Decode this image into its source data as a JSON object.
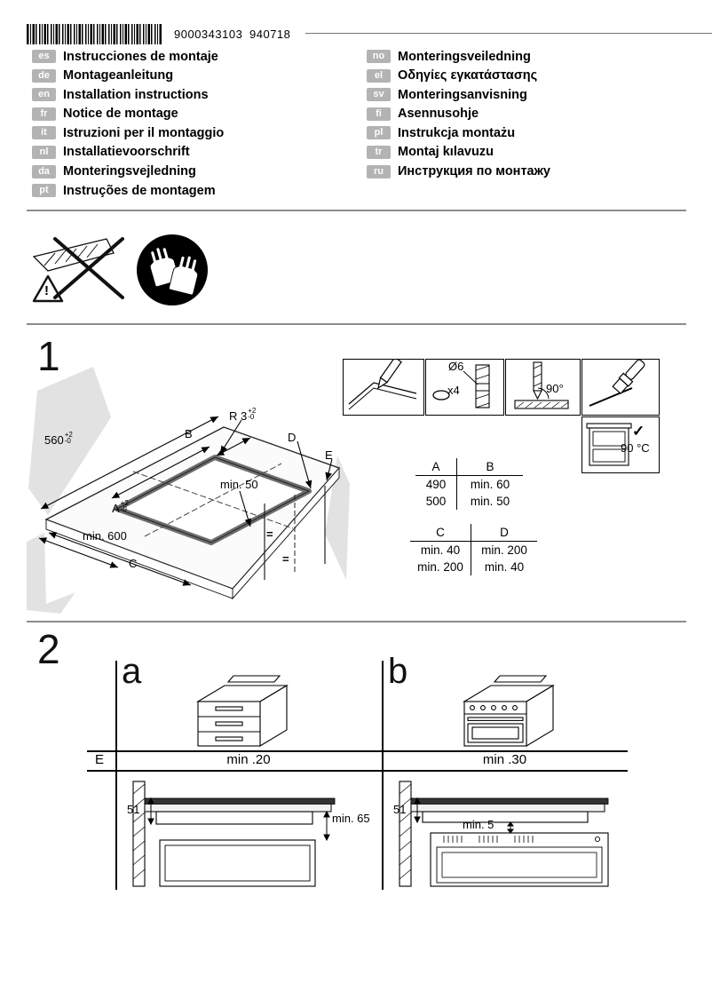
{
  "header": {
    "barcode_number": "9000343103",
    "date_code": "940718"
  },
  "languages": {
    "left": [
      {
        "code": "es",
        "title": "Instrucciones de montaje"
      },
      {
        "code": "de",
        "title": "Montageanleitung"
      },
      {
        "code": "en",
        "title": "Installation instructions"
      },
      {
        "code": "fr",
        "title": "Notice de montage"
      },
      {
        "code": "it",
        "title": "Istruzioni per il montaggio"
      },
      {
        "code": "nl",
        "title": "Installatievoorschrift"
      },
      {
        "code": "da",
        "title": "Monteringsvejledning"
      },
      {
        "code": "pt",
        "title": "Instruções de montagem"
      }
    ],
    "right": [
      {
        "code": "no",
        "title": "Monteringsveiledning"
      },
      {
        "code": "el",
        "title": "Οδηγίες εγκατάστασης"
      },
      {
        "code": "sv",
        "title": "Monteringsanvisning"
      },
      {
        "code": "fi",
        "title": "Asennusohje"
      },
      {
        "code": "pl",
        "title": "Instrukcja montażu"
      },
      {
        "code": "tr",
        "title": "Montaj kılavuzu"
      },
      {
        "code": "ru",
        "title": "Инструкция по монтажу"
      }
    ]
  },
  "warning": {
    "exclamation": "!"
  },
  "section1": {
    "number": "1",
    "dims": {
      "radius": {
        "text": "R 3",
        "plus": "+2",
        "minus": "-0"
      },
      "width": {
        "text": "560",
        "plus": "+2",
        "minus": "-0"
      },
      "depth": {
        "text": "A",
        "plus": "+2",
        "minus": "-0"
      },
      "b": "B",
      "d": "D",
      "e": "E",
      "min_front": "min. 50",
      "min_depth": "min. 600",
      "c": "C",
      "equal1": "=",
      "equal2": "="
    },
    "details": {
      "diameter": "Ø6",
      "count": "x4",
      "angle": "90°",
      "check": "✓",
      "temp": "90 °C"
    },
    "table_ab": {
      "headers": [
        "A",
        "B"
      ],
      "rows": [
        [
          "490",
          "min. 60"
        ],
        [
          "500",
          "min. 50"
        ]
      ]
    },
    "table_cd": {
      "headers": [
        "C",
        "D"
      ],
      "rows": [
        [
          "min. 40",
          "min. 200"
        ],
        [
          "min. 200",
          "min. 40"
        ]
      ]
    }
  },
  "section2": {
    "number": "2",
    "variant_a": "a",
    "variant_b": "b",
    "e_row": {
      "label": "E",
      "a_value": "min .20",
      "b_value": "min .30"
    },
    "a_dims": {
      "height": "51",
      "clearance": "min. 65"
    },
    "b_dims": {
      "height": "51",
      "clearance": "min. 5"
    }
  }
}
